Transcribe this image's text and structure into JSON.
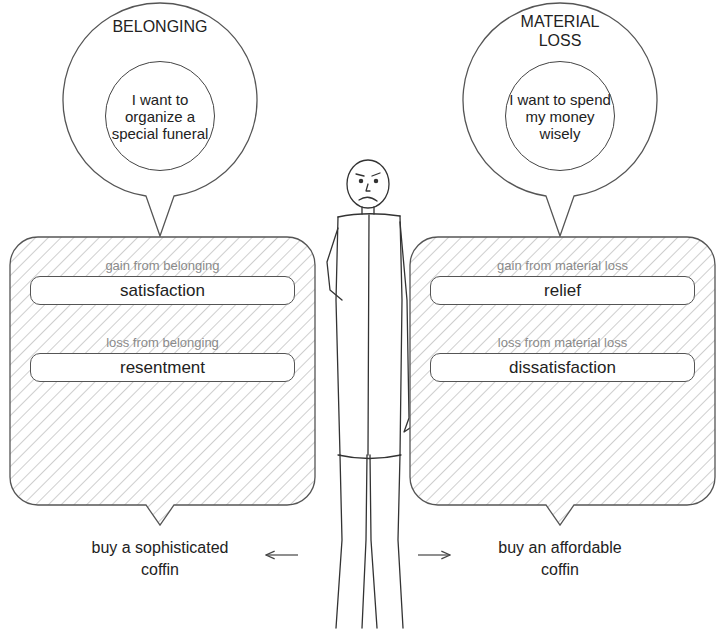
{
  "diagram": {
    "nodes": [
      {
        "text": [
          "BELONGING"
        ]
      },
      {
        "text": [
          "I want to organize a special funeral"
        ],
        "in": 0
      },
      {
        "text": [
          "MATERIAL LOSS"
        ]
      },
      {
        "text": [
          "I want to spend my money wisely"
        ],
        "in": 2
      },
      {
        "text": [
          "gain from belonging",
          "loss from belonging"
        ]
      },
      {
        "text": [
          "satisfaction"
        ],
        "in": 4
      },
      {
        "text": [
          "resentment"
        ],
        "in": 4
      },
      {
        "text": [
          "gain from material loss",
          "loss from material loss"
        ]
      },
      {
        "text": [
          "relief"
        ],
        "in": 7
      },
      {
        "text": [
          "dissatisfaction"
        ],
        "in": 7
      }
    ],
    "labels": [
      "buy a sophisticated coffin",
      "buy an affordable coffin"
    ]
  }
}
